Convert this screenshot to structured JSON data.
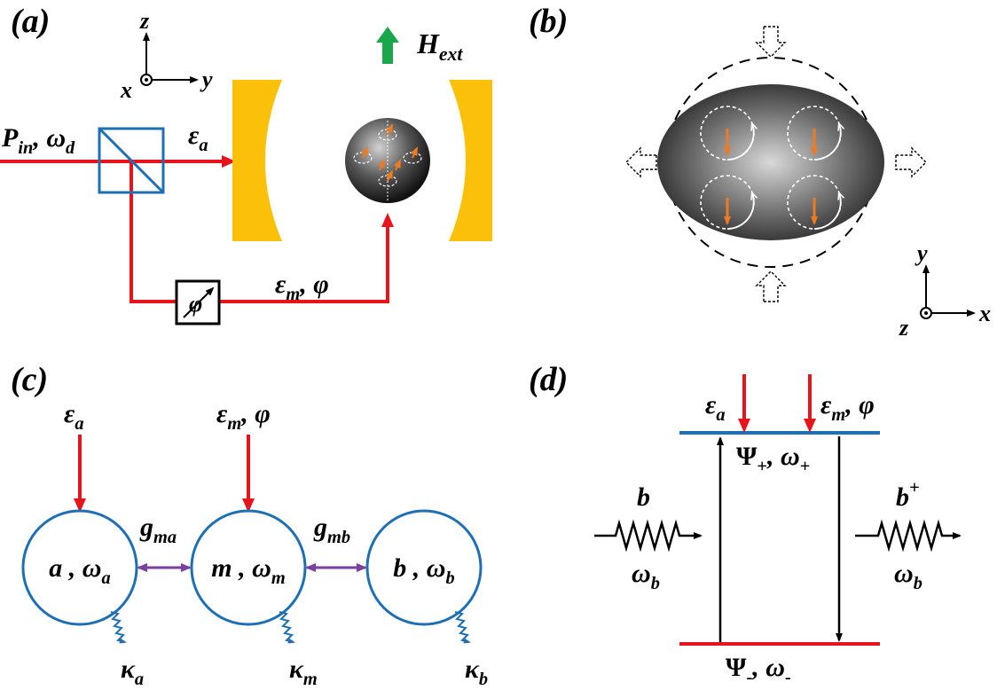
{
  "panels": {
    "a": {
      "tag": "(a)",
      "axes": {
        "z": "z",
        "y": "y",
        "x": "x"
      },
      "field": {
        "main": "H",
        "sub": "ext"
      },
      "input": {
        "p_main": "P",
        "p_sub": "in",
        "sep": ", ",
        "w_main": "ω",
        "w_sub": "d"
      },
      "cavity_drive": {
        "main": "ε",
        "sub": "a"
      },
      "magnon_drive": {
        "main": "ε",
        "sub": "m",
        "rest": ", φ"
      },
      "phase_shifter": "φ"
    },
    "b": {
      "tag": "(b)",
      "axes": {
        "y": "y",
        "x": "x",
        "z": "z"
      }
    },
    "c": {
      "tag": "(c)",
      "drive_a": {
        "main": "ε",
        "sub": "a"
      },
      "drive_m": {
        "main": "ε",
        "sub": "m",
        "rest": ", φ"
      },
      "coupling_ma": {
        "main": "g",
        "sub": "ma"
      },
      "coupling_mb": {
        "main": "g",
        "sub": "mb"
      },
      "modes": [
        {
          "main": "a , ω",
          "sub": "a"
        },
        {
          "main": "m , ω",
          "sub": "m"
        },
        {
          "main": "b , ω",
          "sub": "b"
        }
      ],
      "decays": [
        {
          "main": "κ",
          "sub": "a"
        },
        {
          "main": "κ",
          "sub": "m"
        },
        {
          "main": "κ",
          "sub": "b"
        }
      ]
    },
    "d": {
      "tag": "(d)",
      "drive_a": {
        "main": "ε",
        "sub": "a"
      },
      "drive_m": {
        "main": "ε",
        "sub": "m",
        "rest": ", φ"
      },
      "upper": {
        "main": "Ψ",
        "sub": "+",
        "sep": ", ω",
        "sub2": "+"
      },
      "lower": {
        "main": "Ψ",
        "sub": "-",
        "sep": ", ω",
        "sub2": "-"
      },
      "in_phonon": {
        "label": "b",
        "freq_main": "ω",
        "freq_sub": "b"
      },
      "out_phonon": {
        "label": "b",
        "sup": "+",
        "freq_main": "ω",
        "freq_sub": "b"
      }
    }
  },
  "colors": {
    "laser": "#e8141b",
    "splitter": "#1f6fb5",
    "mirror": "#fbc10a",
    "field_arrow": "#1aa64a",
    "spin_arrow": "#ee7b22",
    "mode_circle": "#1f6fb5",
    "coupling": "#7b3f9e",
    "upper_level": "#1f6fb5",
    "lower_level": "#e8141b"
  }
}
